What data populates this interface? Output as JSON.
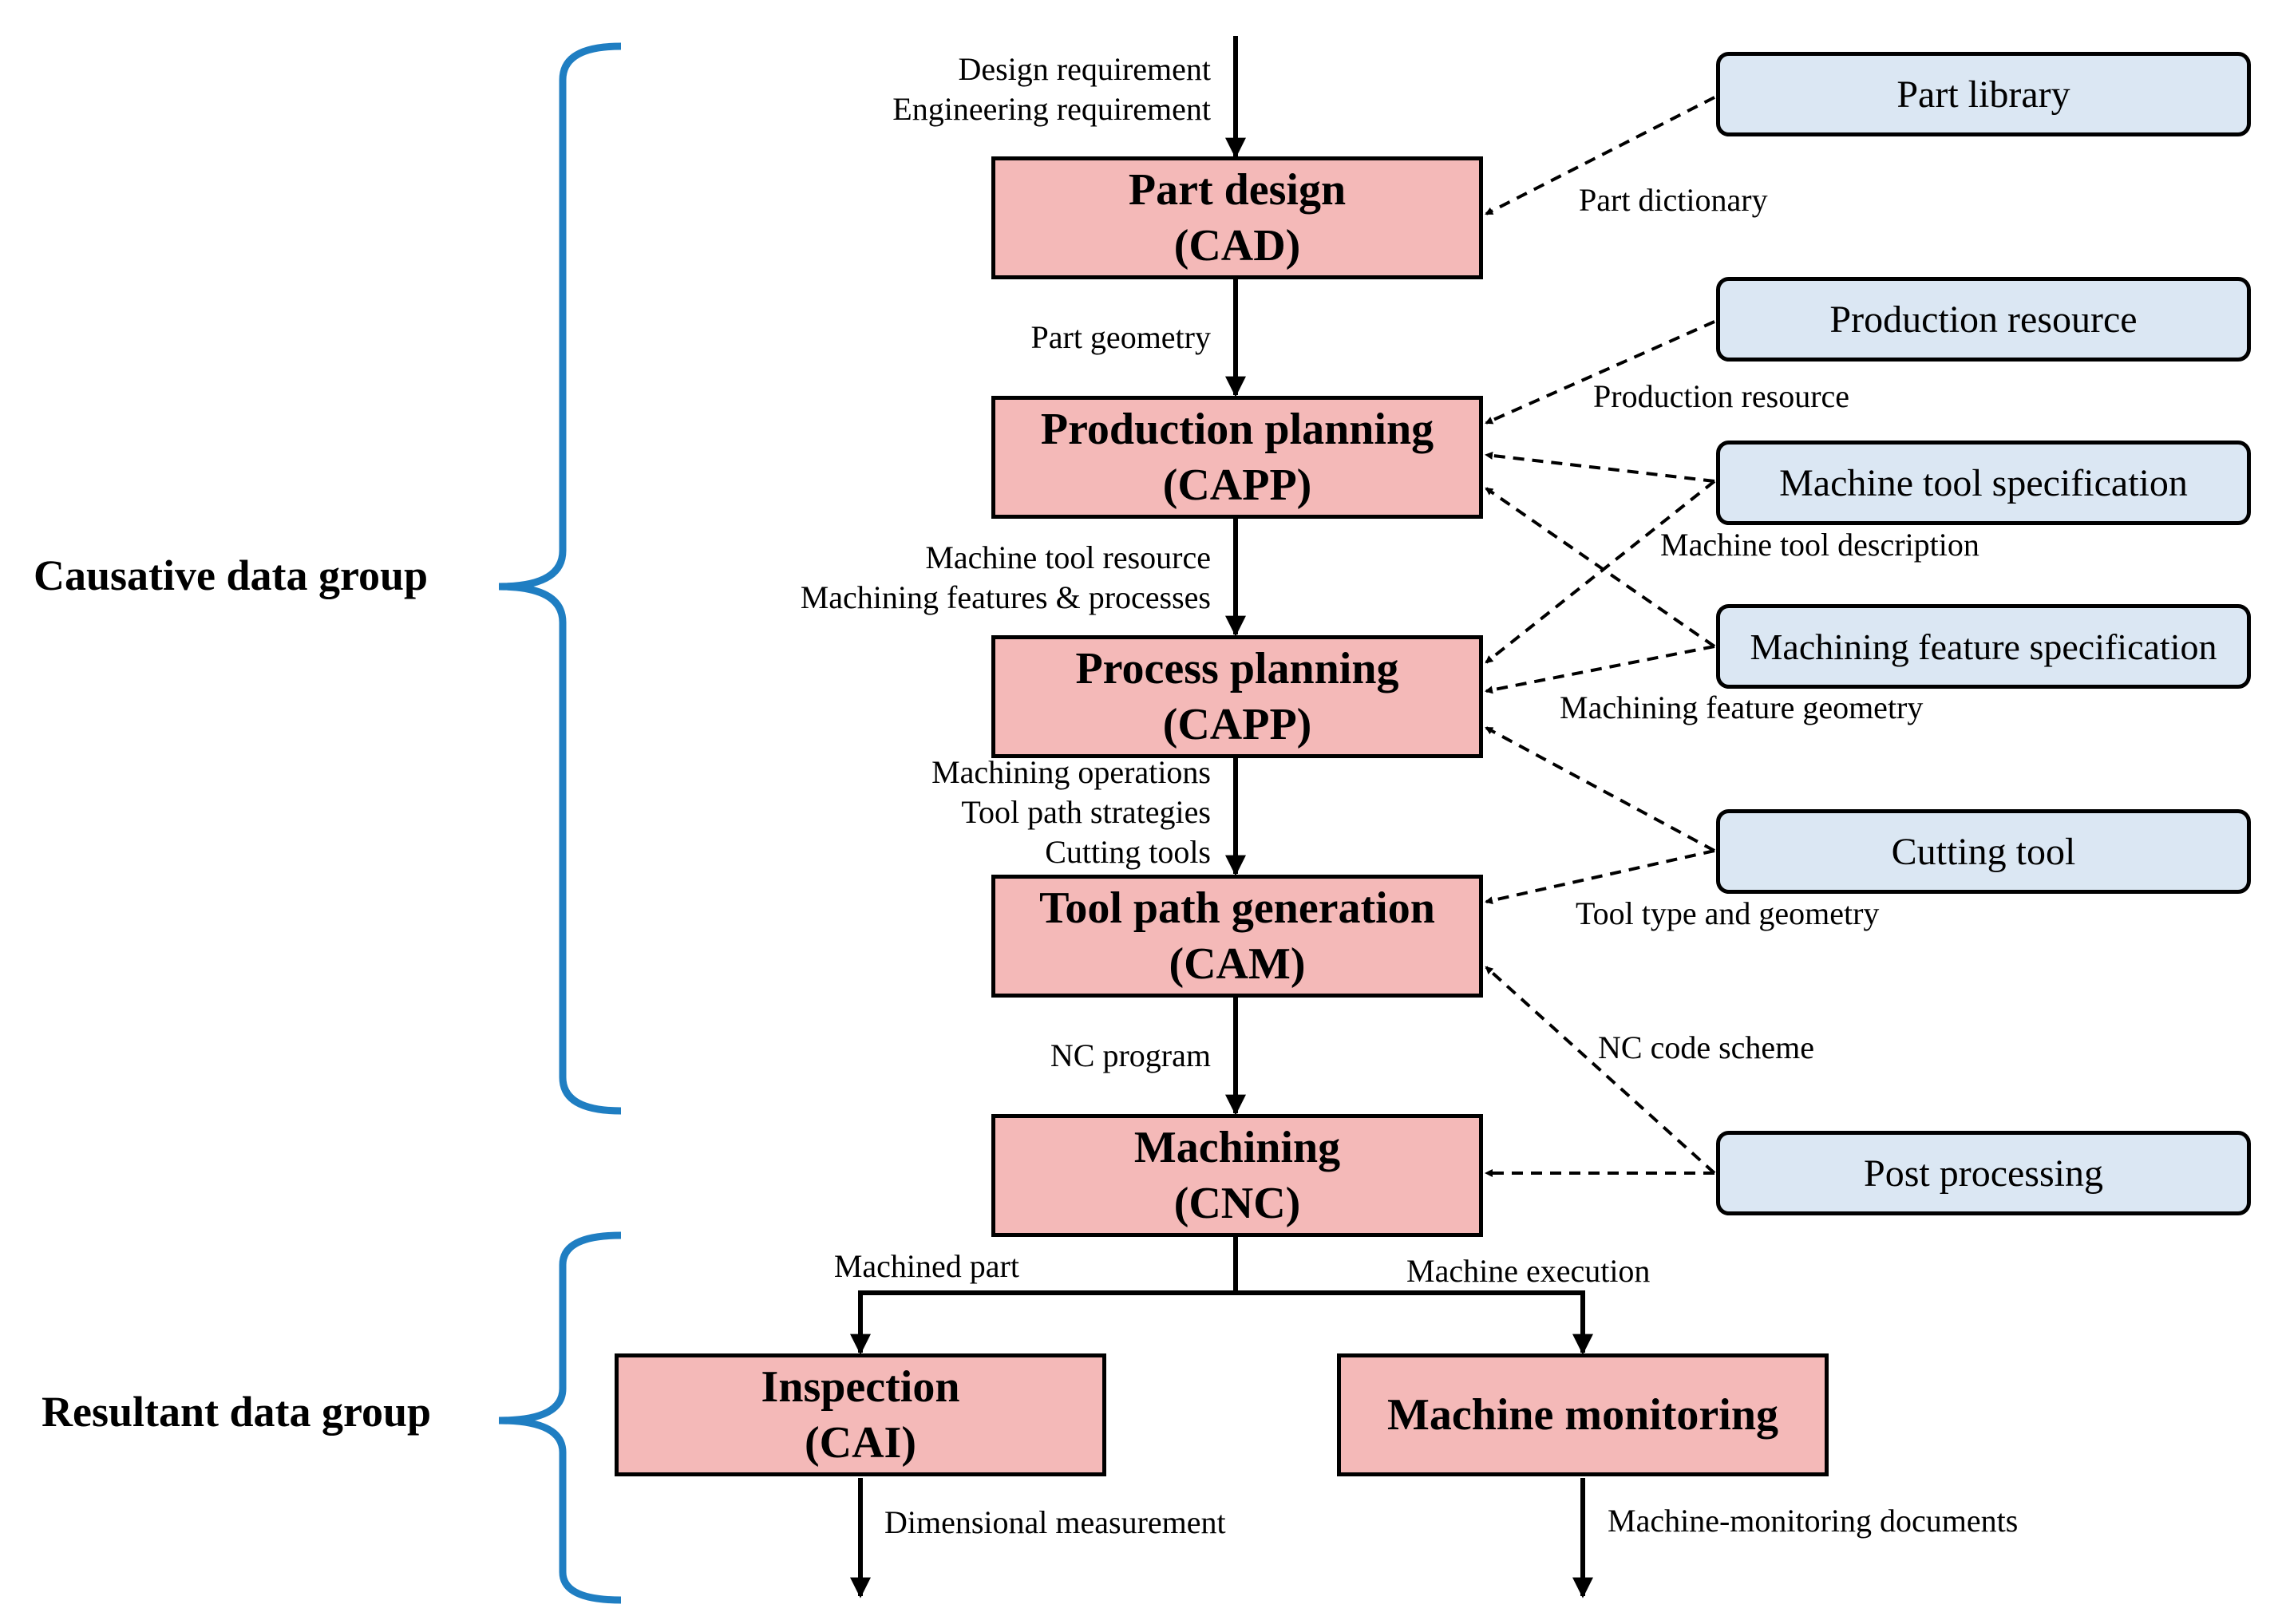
{
  "colors": {
    "process_fill": "#f4b9b8",
    "resource_fill": "#dbe7f3",
    "brace": "#1f7ec2"
  },
  "groups": {
    "causative": "Causative data group",
    "resultant": "Resultant data group"
  },
  "processes": {
    "part_design": {
      "title": "Part design",
      "sub": "(CAD)"
    },
    "production_planning": {
      "title": "Production planning",
      "sub": "(CAPP)"
    },
    "process_planning": {
      "title": "Process planning",
      "sub": "(CAPP)"
    },
    "tool_path": {
      "title": "Tool path generation",
      "sub": "(CAM)"
    },
    "machining": {
      "title": "Machining",
      "sub": "(CNC)"
    },
    "inspection": {
      "title": "Inspection",
      "sub": "(CAI)"
    },
    "machine_monitoring": {
      "title": "Machine monitoring"
    }
  },
  "resources": {
    "part_library": "Part library",
    "production_resource": "Production resource",
    "machine_tool_spec": "Machine tool specification",
    "machining_feature_spec": "Machining  feature specification",
    "cutting_tool": "Cutting tool",
    "post_processing": "Post processing"
  },
  "flow_labels": {
    "input": [
      "Design requirement",
      "Engineering requirement"
    ],
    "part_geometry": "Part geometry",
    "production_to_process": [
      "Machine  tool resource",
      "Machining features  & processes"
    ],
    "process_to_toolpath": [
      "Machining operations",
      "Tool path strategies",
      "Cutting tools"
    ],
    "nc_program": "NC program",
    "machined_part": "Machined  part",
    "machine_execution": "Machine  execution",
    "dimensional_measurement": "Dimensional  measurement",
    "monitoring_documents": "Machine-monitoring  documents"
  },
  "resource_labels": {
    "part_dictionary": "Part dictionary",
    "production_resource": "Production  resource",
    "machine_tool_description": "Machine  tool description",
    "machining_feature_geometry": "Machining  feature geometry",
    "tool_type_geometry": "Tool type and geometry",
    "nc_code_scheme": "NC code scheme"
  }
}
